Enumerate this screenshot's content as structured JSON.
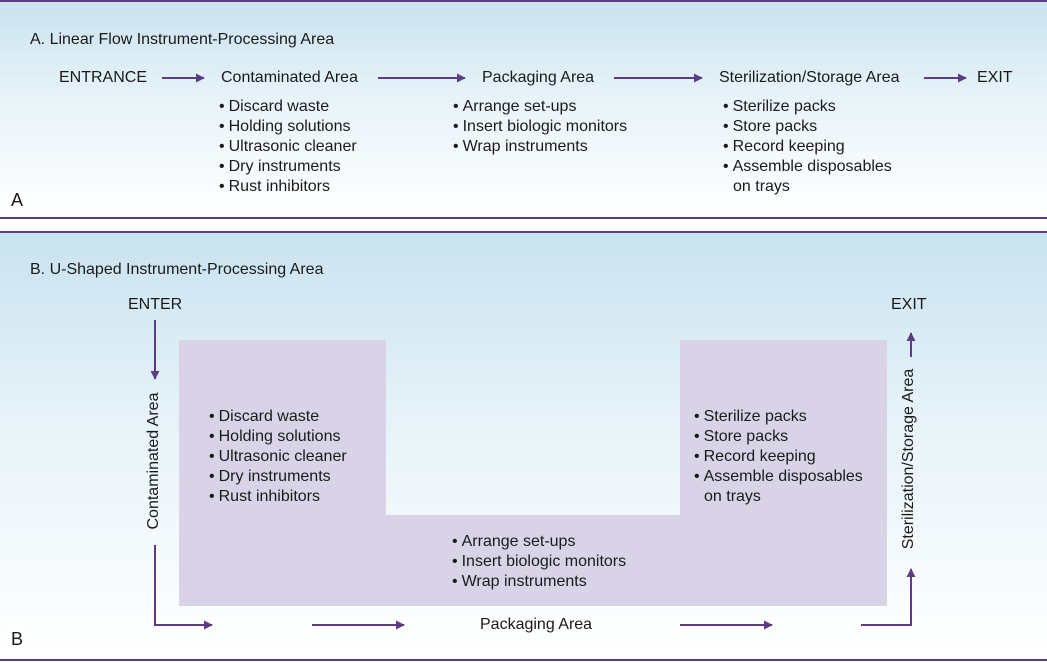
{
  "colors": {
    "frame": "#5c3c86",
    "arrow": "#5c3c86",
    "u_shape": "#d9d3e8",
    "sky": "#c9e3f0"
  },
  "panel_a": {
    "title": "A. Linear Flow Instrument-Processing Area",
    "corner_label": "A",
    "entrance": "ENTRANCE",
    "exit": "EXIT",
    "areas": [
      {
        "name": "Contaminated Area",
        "items": [
          "Discard waste",
          "Holding solutions",
          "Ultrasonic cleaner",
          "Dry instruments",
          "Rust inhibitors"
        ]
      },
      {
        "name": "Packaging Area",
        "items": [
          "Arrange set-ups",
          "Insert biologic monitors",
          "Wrap instruments"
        ]
      },
      {
        "name": "Sterilization/Storage Area",
        "items": [
          "Sterilize packs",
          "Store packs",
          "Record keeping",
          "Assemble disposables"
        ],
        "item_continuation": "on trays"
      }
    ]
  },
  "panel_b": {
    "title": "B. U-Shaped Instrument-Processing Area",
    "corner_label": "B",
    "enter": "ENTER",
    "exit": "EXIT",
    "left_label": "Contaminated Area",
    "bottom_label": "Packaging Area",
    "right_label": "Sterilization/Storage Area",
    "left_items": [
      "Discard waste",
      "Holding solutions",
      "Ultrasonic cleaner",
      "Dry instruments",
      "Rust inhibitors"
    ],
    "middle_items": [
      "Arrange set-ups",
      "Insert biologic monitors",
      "Wrap instruments"
    ],
    "right_items": [
      "Sterilize packs",
      "Store packs",
      "Record keeping",
      "Assemble disposables"
    ],
    "right_item_continuation": "on trays"
  }
}
